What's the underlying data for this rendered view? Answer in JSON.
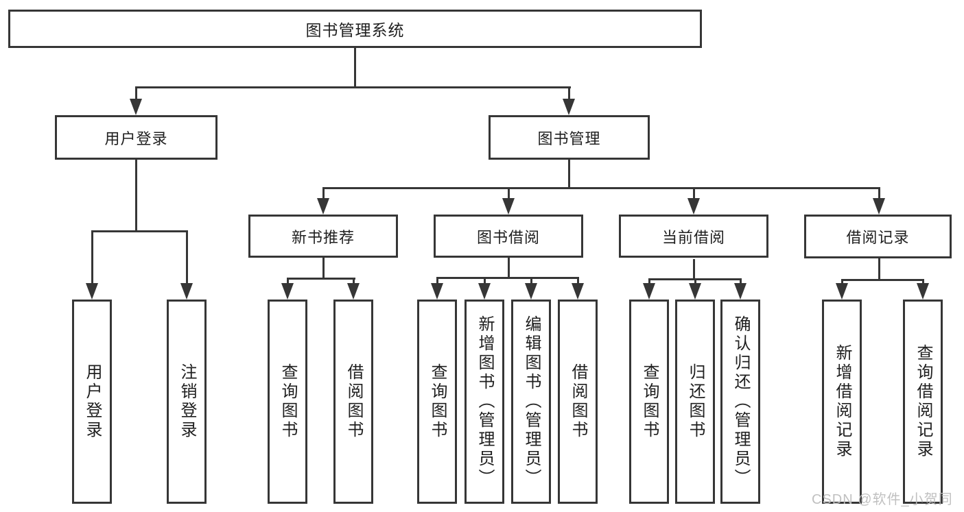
{
  "tree": {
    "root": {
      "label": "图书管理系统",
      "children": [
        {
          "label": "用户登录",
          "children": [
            {
              "label": "用户登录"
            },
            {
              "label": "注销登录"
            }
          ]
        },
        {
          "label": "图书管理",
          "children": [
            {
              "label": "新书推荐",
              "children": [
                {
                  "label": "查询图书"
                },
                {
                  "label": "借阅图书"
                }
              ]
            },
            {
              "label": "图书借阅",
              "children": [
                {
                  "label": "查询图书"
                },
                {
                  "label": "新增图书（管理员）"
                },
                {
                  "label": "编辑图书（管理员）"
                },
                {
                  "label": "借阅图书"
                }
              ]
            },
            {
              "label": "当前借阅",
              "children": [
                {
                  "label": "查询图书"
                },
                {
                  "label": "归还图书"
                },
                {
                  "label": "确认归还（管理员）"
                }
              ]
            },
            {
              "label": "借阅记录",
              "children": [
                {
                  "label": "新增借阅记录"
                },
                {
                  "label": "查询借阅记录"
                }
              ]
            }
          ]
        }
      ]
    }
  },
  "watermark": {
    "text": "CSDN @软件_小贺同学"
  },
  "colors": {
    "line": "#363636",
    "text": "#1f1f1f",
    "watermark": "#bdbdbd",
    "background": "#ffffff"
  }
}
